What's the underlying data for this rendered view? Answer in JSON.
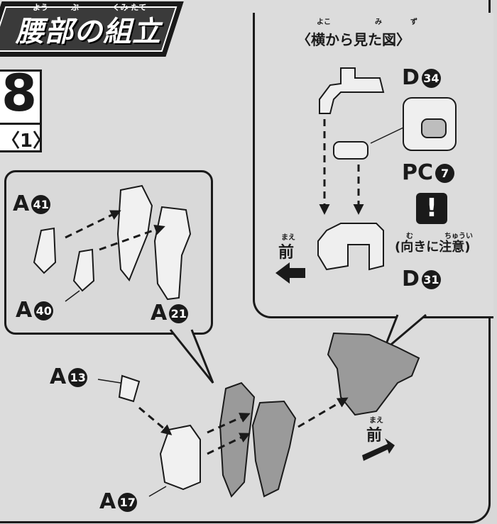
{
  "title": {
    "text": "腰部の組立",
    "ruby_you": "よう",
    "ruby_bu": "ぶ",
    "ruby_kumitate": "くみ たて"
  },
  "step": {
    "number": "8",
    "sub": "〈1〉"
  },
  "side_view": {
    "title": "〈横から見た図〉",
    "ruby_yoko": "よこ",
    "ruby_mi": "み",
    "ruby_zu": "ず",
    "parts": [
      {
        "letter": "D",
        "number": "34"
      },
      {
        "letter": "PC",
        "number": "7"
      },
      {
        "letter": "D",
        "number": "31"
      }
    ],
    "warning_icon": "!",
    "warning_text": "(向きに注意)",
    "warning_ruby_mu": "む",
    "warning_ruby_chuui": "ちゅうい",
    "front_label": "前",
    "front_ruby": "まえ"
  },
  "bubble_parts": [
    {
      "letter": "A",
      "number": "41"
    },
    {
      "letter": "A",
      "number": "40"
    },
    {
      "letter": "A",
      "number": "21"
    }
  ],
  "main_parts": [
    {
      "letter": "A",
      "number": "13"
    },
    {
      "letter": "A",
      "number": "17"
    }
  ],
  "main_front_label": "前",
  "main_front_ruby": "まえ",
  "colors": {
    "ink": "#1a1a1a",
    "part_fill": "#9a9a9a",
    "bg": "#d8d8d8"
  }
}
